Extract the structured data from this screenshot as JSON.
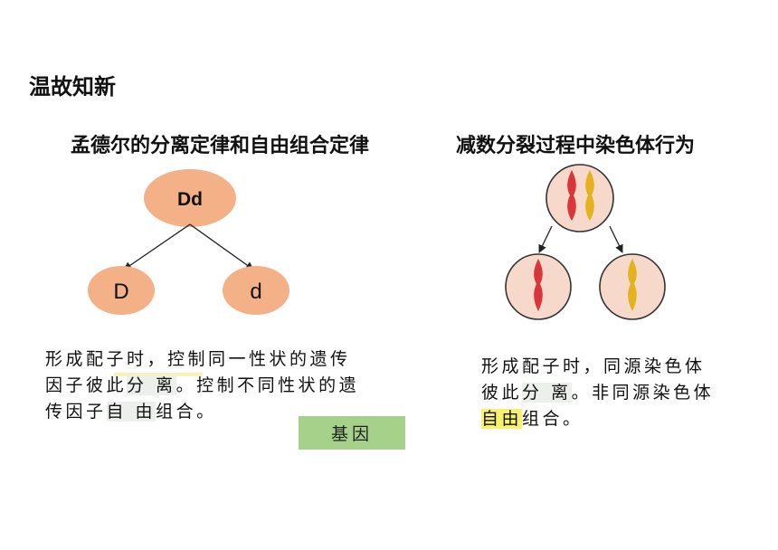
{
  "page": {
    "title": "温故知新"
  },
  "left": {
    "heading": "孟德尔的分离定律和自由组合定律",
    "diagram": {
      "parent": "Dd",
      "child_left": "D",
      "child_right": "d",
      "ellipse_color": "#f4b086"
    },
    "text_lines": [
      [
        "形成配子时，控制同一性状的遗传"
      ],
      [
        "因子彼此",
        "分 离",
        "。控制不同性状的遗"
      ],
      [
        "传因子",
        "自 由",
        "组合。"
      ]
    ],
    "button_label": "基因",
    "button_color": "#a6d18a"
  },
  "right": {
    "heading": "减数分裂过程中染色体行为",
    "diagram": {
      "cell_fill": "#f7d9cc",
      "red_chromosome": "#d9353a",
      "yellow_chromosome": "#e3b21c"
    },
    "text_lines": [
      [
        "形成配子时，同源染色体"
      ],
      [
        "彼此",
        "分 离",
        "。非同源染色体"
      ],
      [
        "自由",
        "组合。"
      ]
    ],
    "highlight_color": "#f6f36a"
  }
}
